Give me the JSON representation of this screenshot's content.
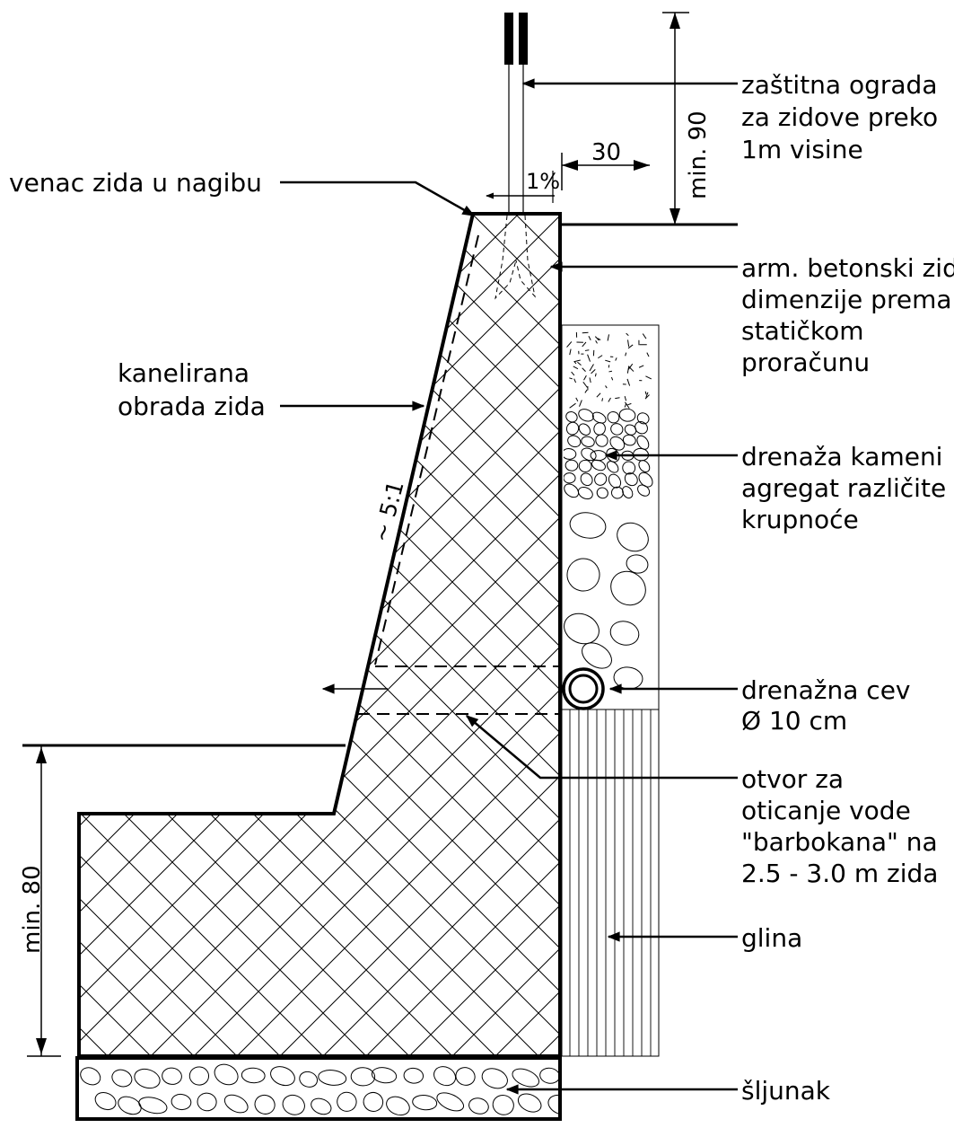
{
  "labels": {
    "zastitna_ograda": [
      "zaštitna ograda",
      "za zidove preko",
      "1m visine"
    ],
    "venac": "venac zida u nagibu",
    "betonski_zid": [
      "arm. betonski zid",
      "dimenzije prema",
      "statičkom",
      "proračunu"
    ],
    "kanelirana": [
      "kanelirana",
      "obrada zida"
    ],
    "drenaza_kameni": [
      "drenaža kameni",
      "agregat različite",
      "krupnoće"
    ],
    "drenazna_cev": [
      "drenažna cev",
      "Ø 10 cm"
    ],
    "otvor": [
      "otvor za",
      "oticanje vode",
      "\"barbokana\" na",
      "2.5 - 3.0 m zida"
    ],
    "glina": "glina",
    "sljunak": "šljunak"
  },
  "dimensions": {
    "min90": "min. 90",
    "min80": "min. 80",
    "d30": "30",
    "slope_pct": "1%",
    "batter": "~ 5:1"
  },
  "colors": {
    "ink": "#000000",
    "background": "#ffffff"
  }
}
